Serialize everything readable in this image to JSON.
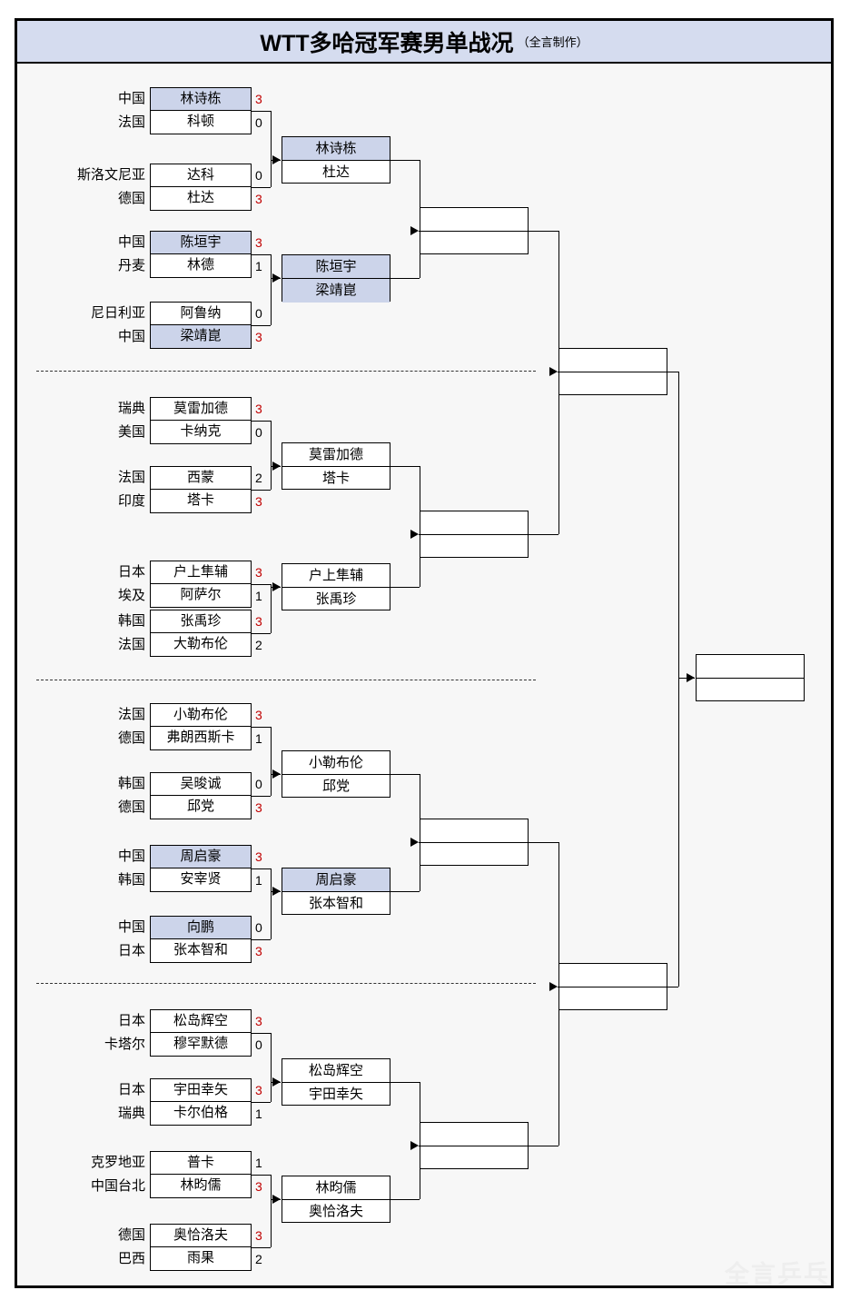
{
  "header": {
    "title_main": "WTT多哈冠军赛男单战况",
    "title_note": "（全言制作）"
  },
  "watermark": "全言乒乓",
  "colors": {
    "highlight": "#ccd4ea",
    "title_bg": "#d5dcef",
    "win_score": "#c00000",
    "frame": "#000000"
  },
  "bracket": {
    "round1": [
      {
        "country": "中国",
        "player": "林诗栋",
        "score": "3",
        "win": true,
        "highlight": true
      },
      {
        "country": "法国",
        "player": "科顿",
        "score": "0",
        "win": false,
        "highlight": false
      },
      {
        "country": "斯洛文尼亚",
        "player": "达科",
        "score": "0",
        "win": false,
        "highlight": false
      },
      {
        "country": "德国",
        "player": "杜达",
        "score": "3",
        "win": true,
        "highlight": false
      },
      {
        "country": "中国",
        "player": "陈垣宇",
        "score": "3",
        "win": true,
        "highlight": true
      },
      {
        "country": "丹麦",
        "player": "林德",
        "score": "1",
        "win": false,
        "highlight": false
      },
      {
        "country": "尼日利亚",
        "player": "阿鲁纳",
        "score": "0",
        "win": false,
        "highlight": false
      },
      {
        "country": "中国",
        "player": "梁靖崑",
        "score": "3",
        "win": true,
        "highlight": true
      },
      {
        "country": "瑞典",
        "player": "莫雷加德",
        "score": "3",
        "win": true,
        "highlight": false
      },
      {
        "country": "美国",
        "player": "卡纳克",
        "score": "0",
        "win": false,
        "highlight": false
      },
      {
        "country": "法国",
        "player": "西蒙",
        "score": "2",
        "win": false,
        "highlight": false
      },
      {
        "country": "印度",
        "player": "塔卡",
        "score": "3",
        "win": true,
        "highlight": false
      },
      {
        "country": "日本",
        "player": "户上隼辅",
        "score": "3",
        "win": true,
        "highlight": false
      },
      {
        "country": "埃及",
        "player": "阿萨尔",
        "score": "1",
        "win": false,
        "highlight": false
      },
      {
        "country": "韩国",
        "player": "张禹珍",
        "score": "3",
        "win": true,
        "highlight": false
      },
      {
        "country": "法国",
        "player": "大勒布伦",
        "score": "2",
        "win": false,
        "highlight": false
      },
      {
        "country": "法国",
        "player": "小勒布伦",
        "score": "3",
        "win": true,
        "highlight": false
      },
      {
        "country": "德国",
        "player": "弗朗西斯卡",
        "score": "1",
        "win": false,
        "highlight": false
      },
      {
        "country": "韩国",
        "player": "吴晙诚",
        "score": "0",
        "win": false,
        "highlight": false
      },
      {
        "country": "德国",
        "player": "邱党",
        "score": "3",
        "win": true,
        "highlight": false
      },
      {
        "country": "中国",
        "player": "周启豪",
        "score": "3",
        "win": true,
        "highlight": true
      },
      {
        "country": "韩国",
        "player": "安宰贤",
        "score": "1",
        "win": false,
        "highlight": false
      },
      {
        "country": "中国",
        "player": "向鹏",
        "score": "0",
        "win": false,
        "highlight": true
      },
      {
        "country": "日本",
        "player": "张本智和",
        "score": "3",
        "win": true,
        "highlight": false
      },
      {
        "country": "日本",
        "player": "松岛辉空",
        "score": "3",
        "win": true,
        "highlight": false
      },
      {
        "country": "卡塔尔",
        "player": "穆罕默德",
        "score": "0",
        "win": false,
        "highlight": false
      },
      {
        "country": "日本",
        "player": "宇田幸矢",
        "score": "3",
        "win": true,
        "highlight": false
      },
      {
        "country": "瑞典",
        "player": "卡尔伯格",
        "score": "1",
        "win": false,
        "highlight": false
      },
      {
        "country": "克罗地亚",
        "player": "普卡",
        "score": "1",
        "win": false,
        "highlight": false
      },
      {
        "country": "中国台北",
        "player": "林昀儒",
        "score": "3",
        "win": true,
        "highlight": false
      },
      {
        "country": "德国",
        "player": "奥恰洛夫",
        "score": "3",
        "win": true,
        "highlight": false
      },
      {
        "country": "巴西",
        "player": "雨果",
        "score": "2",
        "win": false,
        "highlight": false
      }
    ],
    "round2": [
      {
        "top": "林诗栋",
        "bottom": "杜达",
        "top_hl": true,
        "bottom_hl": false
      },
      {
        "top": "陈垣宇",
        "bottom": "梁靖崑",
        "top_hl": true,
        "bottom_hl": true
      },
      {
        "top": "莫雷加德",
        "bottom": "塔卡",
        "top_hl": false,
        "bottom_hl": false
      },
      {
        "top": "户上隼辅",
        "bottom": "张禹珍",
        "top_hl": false,
        "bottom_hl": false
      },
      {
        "top": "小勒布伦",
        "bottom": "邱党",
        "top_hl": false,
        "bottom_hl": false
      },
      {
        "top": "周启豪",
        "bottom": "张本智和",
        "top_hl": true,
        "bottom_hl": false
      },
      {
        "top": "松岛辉空",
        "bottom": "宇田幸矢",
        "top_hl": false,
        "bottom_hl": false
      },
      {
        "top": "林昀儒",
        "bottom": "奥恰洛夫",
        "top_hl": false,
        "bottom_hl": false
      }
    ],
    "quarterfinals": [
      {
        "top": "",
        "bottom": ""
      },
      {
        "top": "",
        "bottom": ""
      },
      {
        "top": "",
        "bottom": ""
      },
      {
        "top": "",
        "bottom": ""
      }
    ],
    "semifinals": [
      {
        "top": "",
        "bottom": ""
      },
      {
        "top": "",
        "bottom": ""
      }
    ],
    "final": {
      "top": "",
      "bottom": ""
    }
  }
}
